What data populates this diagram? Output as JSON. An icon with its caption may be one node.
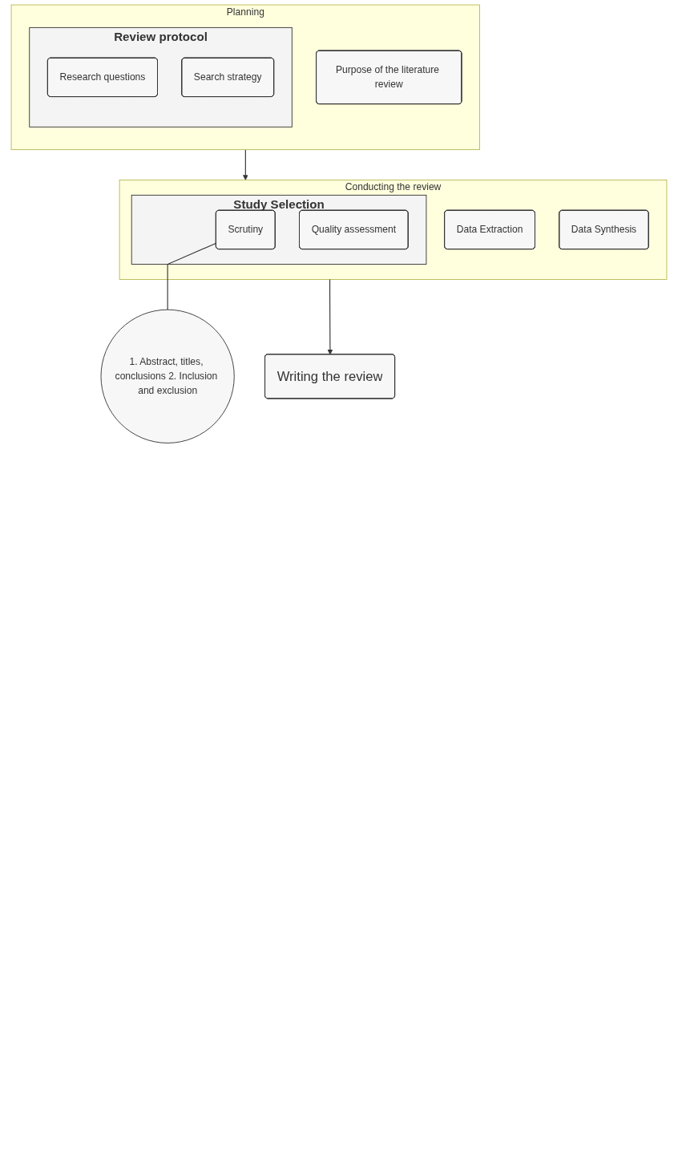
{
  "diagram": {
    "nodes": [
      {
        "text": [
          "Planning"
        ]
      },
      {
        "text": [
          "Purpose of the literature review"
        ],
        "in": 0
      },
      {
        "text": [
          "Review protocol"
        ],
        "in": 0
      },
      {
        "text": [
          "Research questions"
        ],
        "in": 2
      },
      {
        "text": [
          "Search strategy"
        ],
        "in": 2
      },
      {
        "text": [
          "Conducting the review"
        ]
      },
      {
        "text": [
          "Study Selection"
        ],
        "in": 5
      },
      {
        "text": [
          "Scrutiny"
        ],
        "in": 6
      },
      {
        "text": [
          "Quality assessment"
        ],
        "in": 6
      },
      {
        "text": [
          "Data Extraction"
        ],
        "in": 5
      },
      {
        "text": [
          "Data Synthesis"
        ],
        "in": 5
      },
      {
        "text": [
          "1. Abstract, titles, conclusions 2. Inclusion and exclusion"
        ]
      },
      {
        "text": [
          "Writing the review"
        ]
      }
    ],
    "edges": [
      {
        "from": 0,
        "to": 5,
        "arrow": "to"
      },
      {
        "from": 5,
        "to": 12,
        "arrow": "to"
      },
      {
        "from": 7,
        "to": 11,
        "arrow": "none"
      }
    ]
  }
}
